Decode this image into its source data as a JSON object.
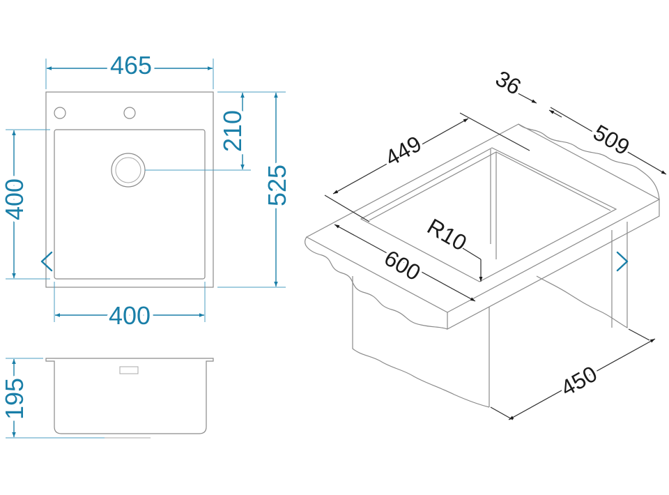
{
  "plan_view": {
    "width_overall": "465",
    "depth_overall": "525",
    "bowl_depth": "400",
    "bowl_width": "400",
    "drain_offset": "210"
  },
  "side_view": {
    "height": "195"
  },
  "iso_view": {
    "cabinet_width": "449",
    "edge_thickness": "36",
    "depth": "509",
    "corner_radius": "R10",
    "front_width": "600",
    "cabinet_depth": "450"
  },
  "navigation": {
    "prev_icon": "chevron-left-icon",
    "next_icon": "chevron-right-icon"
  },
  "colors": {
    "dimension": "#1a7fa8",
    "outline": "#8a8a8a",
    "iso_dimension": "#1a1a1a"
  }
}
